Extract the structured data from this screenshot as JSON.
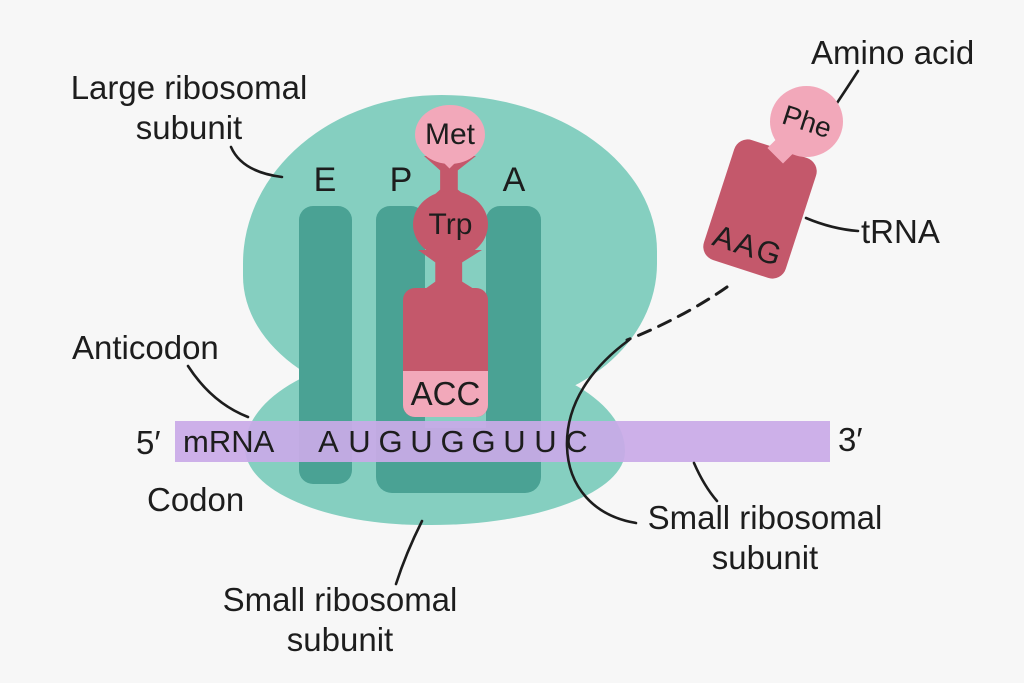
{
  "colors": {
    "bg": "#f7f7f7",
    "teal_light": "#85cfc0",
    "teal_dark": "#4aa294",
    "rose": "#c4586b",
    "pink": "#f2a8ba",
    "purple": "#c9aae7",
    "ink": "#1d1d1d"
  },
  "labels": {
    "large_ribosomal": {
      "line1": "Large ribosomal",
      "line2": "subunit"
    },
    "amino_acid": "Amino acid",
    "trna": "tRNA",
    "anticodon": "Anticodon",
    "codon": "Codon",
    "small_ribosomal_bottom": {
      "line1": "Small ribosomal",
      "line2": "subunit"
    },
    "small_ribosomal_right": {
      "line1": "Small ribosomal",
      "line2": "subunit"
    }
  },
  "sites": {
    "e": "E",
    "p": "P",
    "a": "A"
  },
  "mrna": {
    "label": "mRNA",
    "five_prime": "5′",
    "three_prime": "3′",
    "sequence": [
      "A",
      "U",
      "G",
      "U",
      "G",
      "G",
      "U",
      "U",
      "C"
    ]
  },
  "p_site_trna": {
    "amino_acid_1": "Met",
    "amino_acid_2": "Trp",
    "anticodon": "ACC"
  },
  "incoming_trna": {
    "amino_acid": "Phe",
    "anticodon": "AAG"
  }
}
